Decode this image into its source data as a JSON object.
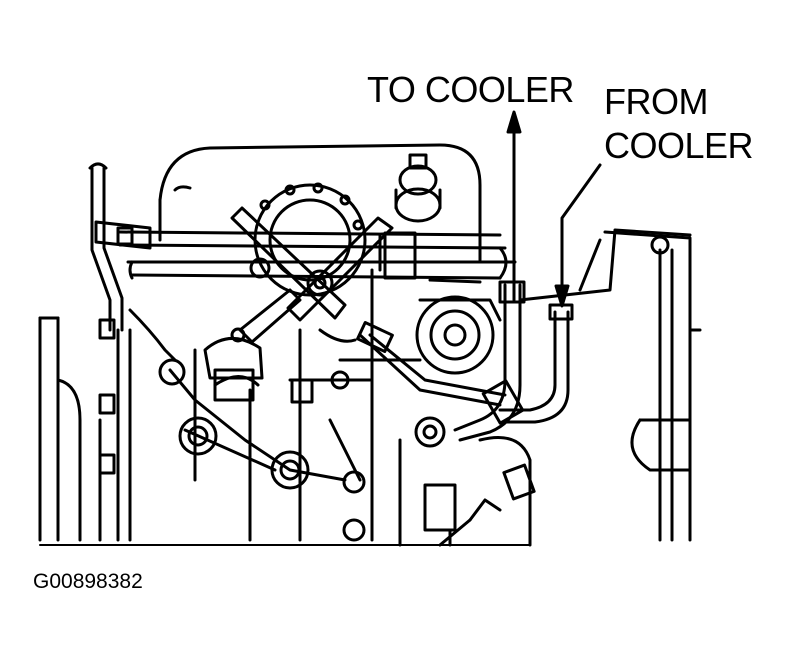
{
  "labels": {
    "to_cooler": "TO COOLER",
    "from_cooler_line1": "FROM",
    "from_cooler_line2": "COOLER"
  },
  "figure_id": "G00898382",
  "colors": {
    "ink": "#000000",
    "paper": "#ffffff"
  }
}
